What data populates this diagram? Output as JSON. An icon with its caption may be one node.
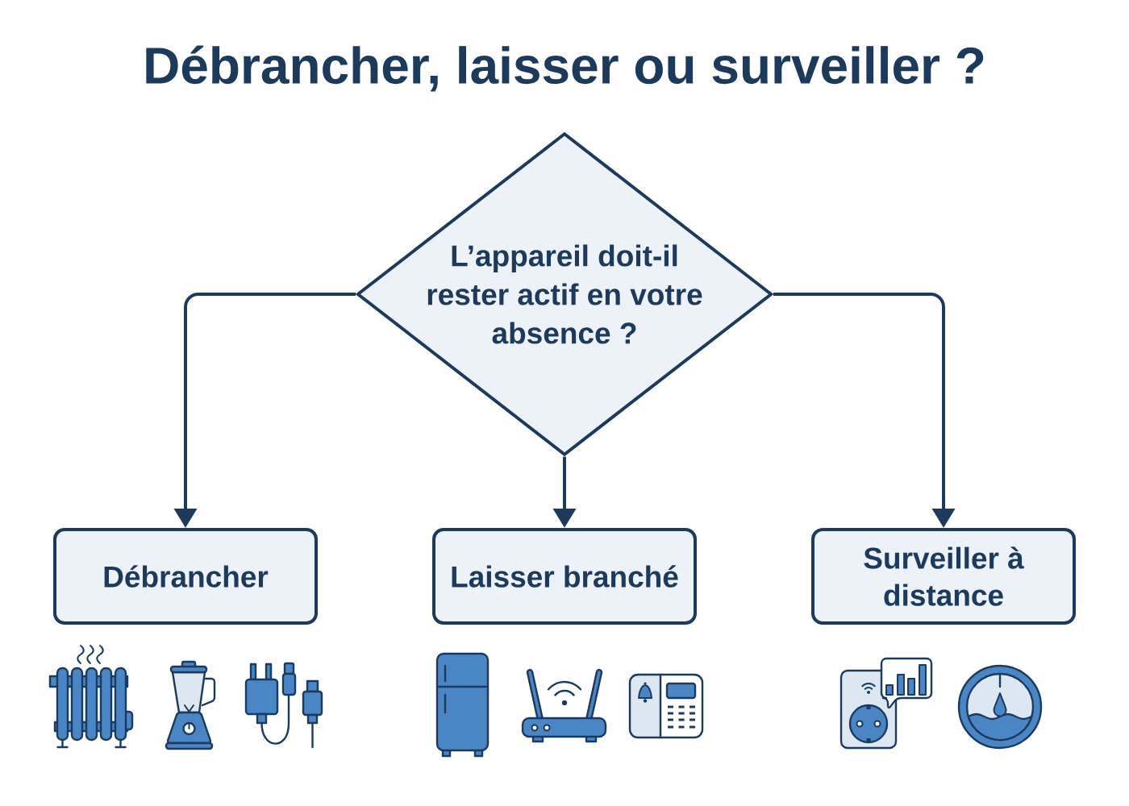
{
  "diagram": {
    "title": "Débrancher, laisser ou surveiller ?",
    "nodes": [
      {
        "text": [
          "L’appareil doit-il rester actif en votre absence ?"
        ]
      },
      {
        "text": [
          "Débrancher"
        ]
      },
      {
        "text": [
          "Laisser branché"
        ]
      },
      {
        "text": [
          "Surveiller à distance"
        ]
      }
    ],
    "edges": [
      {
        "from": 0,
        "to": 1,
        "arrow": "to"
      },
      {
        "from": 0,
        "to": 2,
        "arrow": "to"
      },
      {
        "from": 0,
        "to": 3,
        "arrow": "to"
      }
    ]
  }
}
